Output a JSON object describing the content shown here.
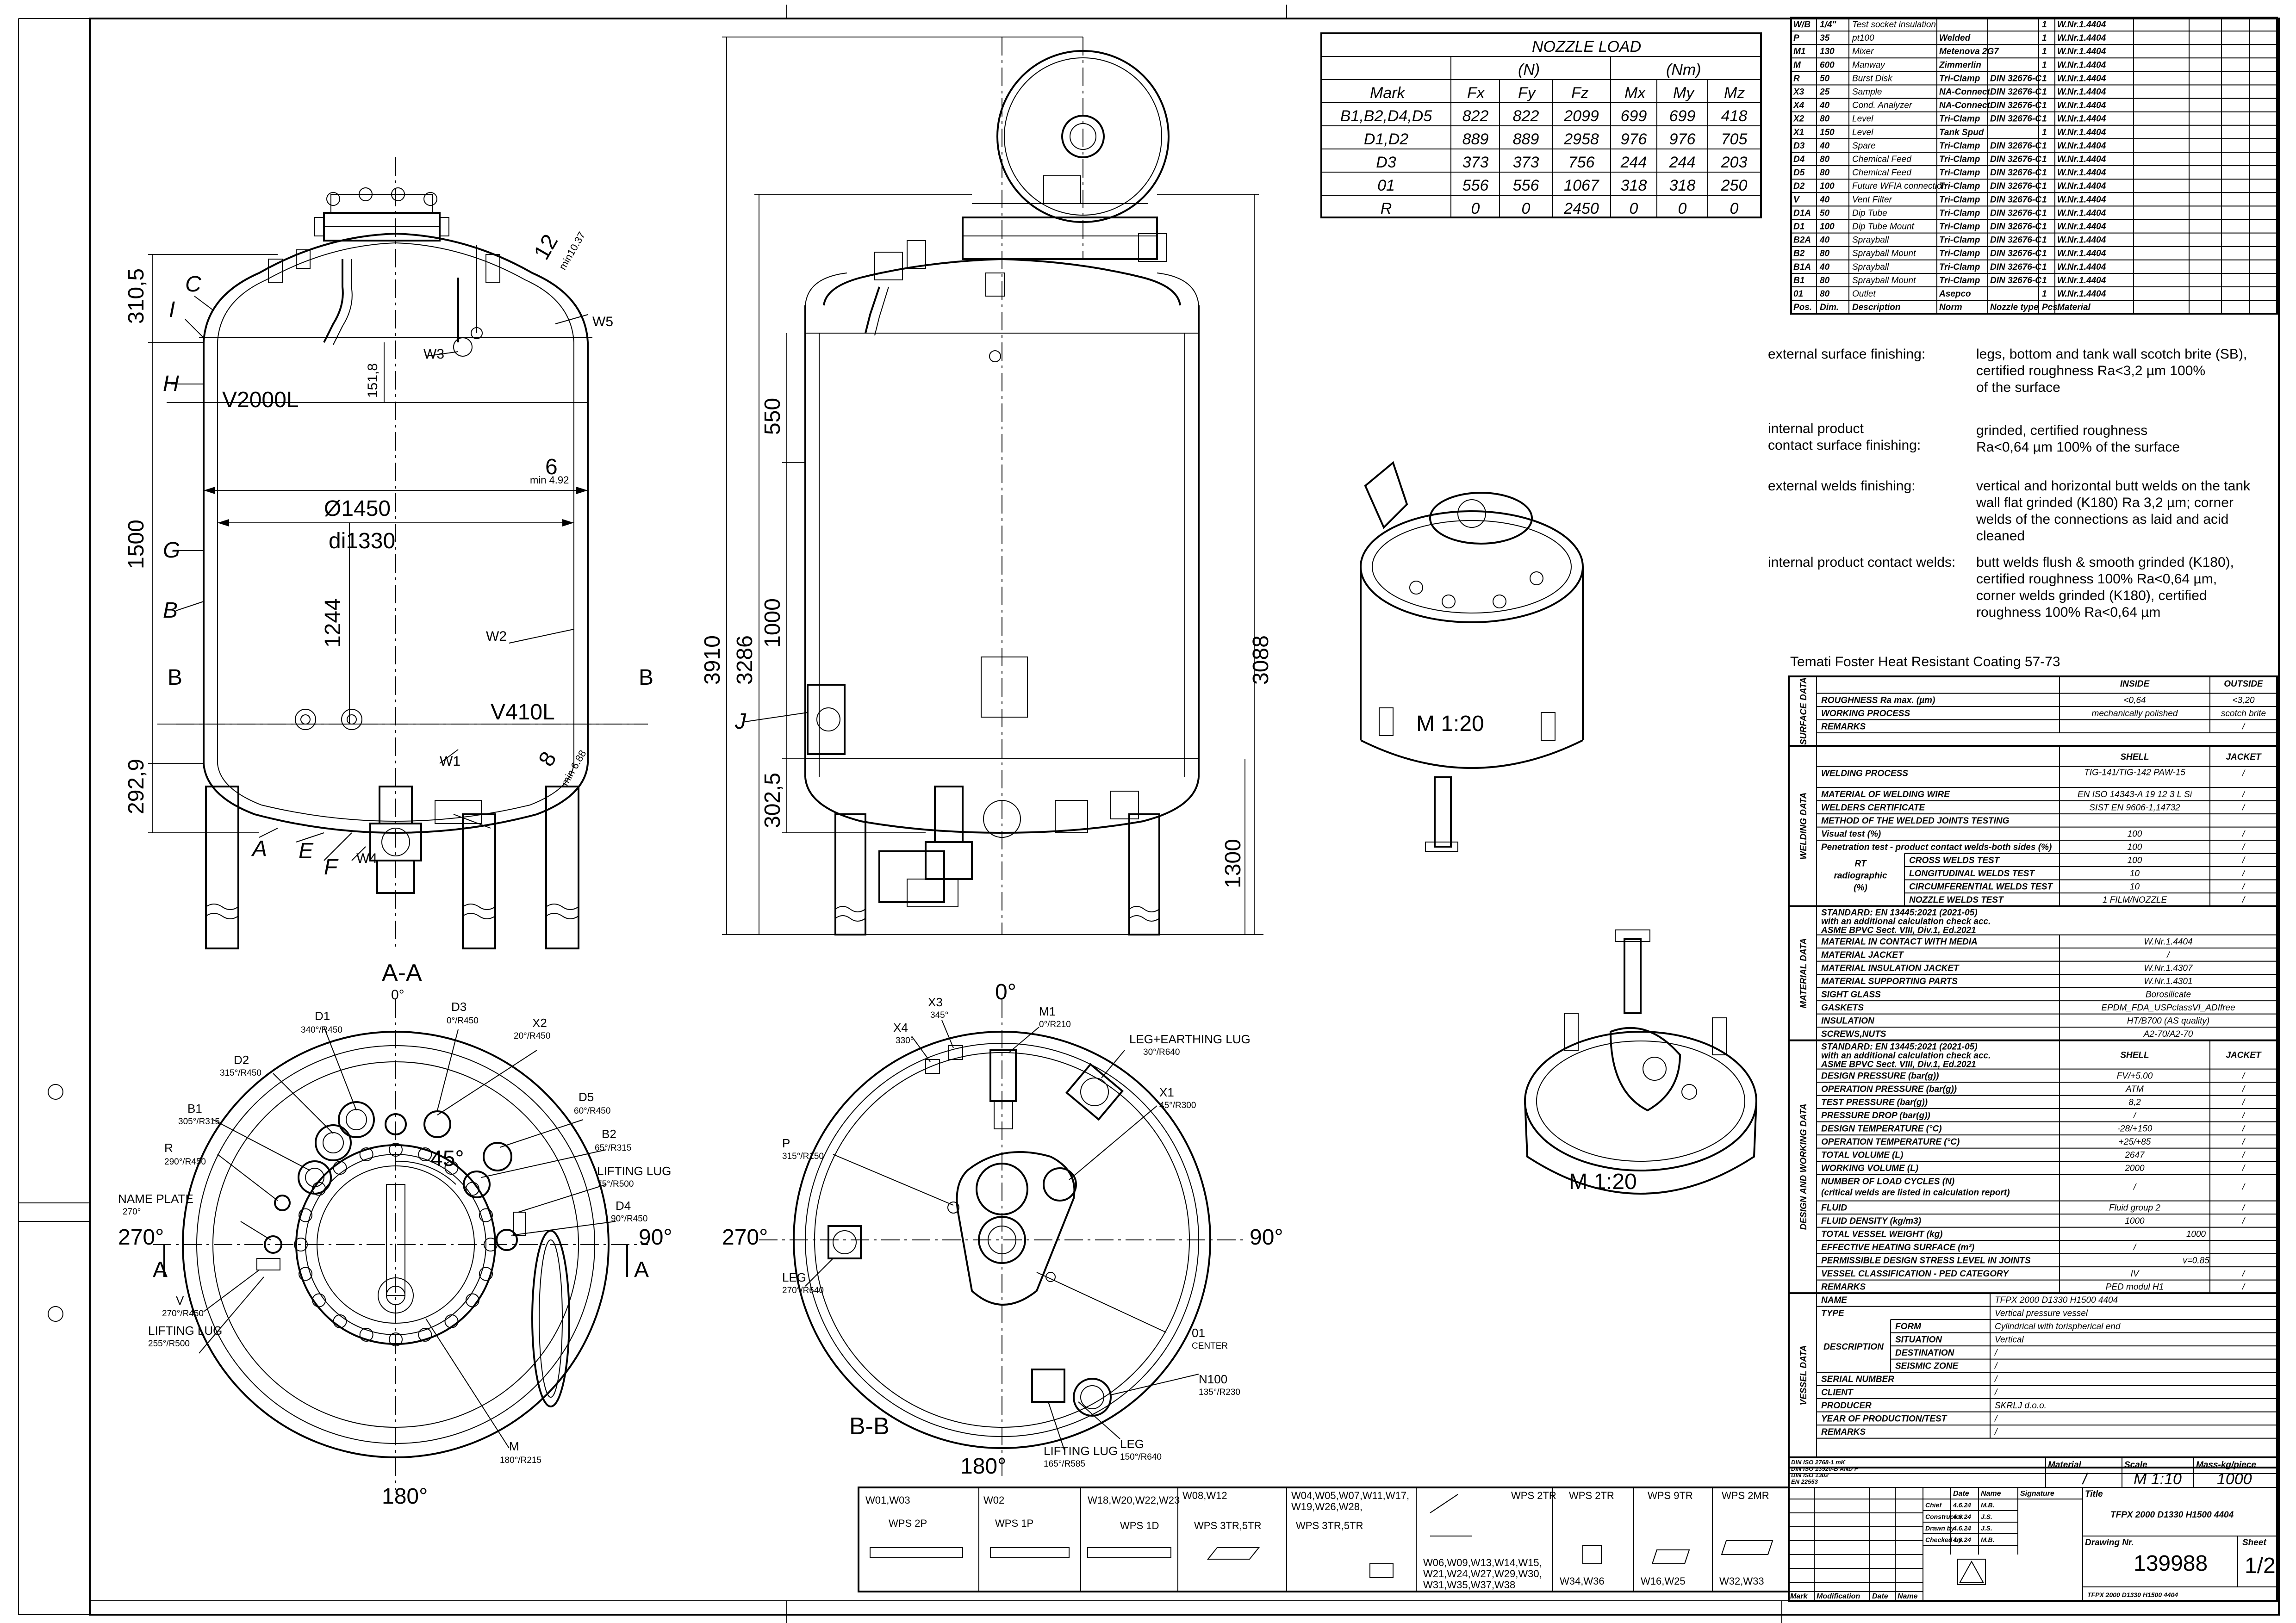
{
  "nozzle_load": {
    "title": "NOZZLE LOAD",
    "unit_force": "(N)",
    "unit_moment": "(Nm)",
    "headers": [
      "Mark",
      "Fx",
      "Fy",
      "Fz",
      "Mx",
      "My",
      "Mz"
    ],
    "rows": [
      [
        "B1,B2,D4,D5",
        "822",
        "822",
        "2099",
        "699",
        "699",
        "418"
      ],
      [
        "D1,D2",
        "889",
        "889",
        "2958",
        "976",
        "976",
        "705"
      ],
      [
        "D3",
        "373",
        "373",
        "756",
        "244",
        "244",
        "203"
      ],
      [
        "01",
        "556",
        "556",
        "1067",
        "318",
        "318",
        "250"
      ],
      [
        "R",
        "0",
        "0",
        "2450",
        "0",
        "0",
        "0"
      ]
    ]
  },
  "bom": {
    "rows": [
      [
        "W/B",
        "1/4\"",
        "Test socket insulation",
        "",
        "",
        "1",
        "W.Nr.1.4404"
      ],
      [
        "P",
        "35",
        "pt100",
        "Welded",
        "",
        "1",
        "W.Nr.1.4404"
      ],
      [
        "M1",
        "130",
        "Mixer",
        "Metenova 2G7",
        "",
        "1",
        "W.Nr.1.4404"
      ],
      [
        "M",
        "600",
        "Manway",
        "Zimmerlin",
        "",
        "1",
        "W.Nr.1.4404"
      ],
      [
        "R",
        "50",
        "Burst Disk",
        "Tri-Clamp",
        "DIN 32676-C",
        "1",
        "W.Nr.1.4404"
      ],
      [
        "X3",
        "25",
        "Sample",
        "NA-Connect",
        "DIN 32676-C",
        "1",
        "W.Nr.1.4404"
      ],
      [
        "X4",
        "40",
        "Cond. Analyzer",
        "NA-Connect",
        "DIN 32676-C",
        "1",
        "W.Nr.1.4404"
      ],
      [
        "X2",
        "80",
        "Level",
        "Tri-Clamp",
        "DIN 32676-C",
        "1",
        "W.Nr.1.4404"
      ],
      [
        "X1",
        "150",
        "Level",
        "Tank Spud",
        "",
        "1",
        "W.Nr.1.4404"
      ],
      [
        "D3",
        "40",
        "Spare",
        "Tri-Clamp",
        "DIN 32676-C",
        "1",
        "W.Nr.1.4404"
      ],
      [
        "D4",
        "80",
        "Chemical Feed",
        "Tri-Clamp",
        "DIN 32676-C",
        "1",
        "W.Nr.1.4404"
      ],
      [
        "D5",
        "80",
        "Chemical Feed",
        "Tri-Clamp",
        "DIN 32676-C",
        "1",
        "W.Nr.1.4404"
      ],
      [
        "D2",
        "100",
        "Future WFIA connection",
        "Tri-Clamp",
        "DIN 32676-C",
        "1",
        "W.Nr.1.4404"
      ],
      [
        "V",
        "40",
        "Vent Filter",
        "Tri-Clamp",
        "DIN 32676-C",
        "1",
        "W.Nr.1.4404"
      ],
      [
        "D1A",
        "50",
        "Dip Tube",
        "Tri-Clamp",
        "DIN 32676-C",
        "1",
        "W.Nr.1.4404"
      ],
      [
        "D1",
        "100",
        "Dip Tube Mount",
        "Tri-Clamp",
        "DIN 32676-C",
        "1",
        "W.Nr.1.4404"
      ],
      [
        "B2A",
        "40",
        "Sprayball",
        "Tri-Clamp",
        "DIN 32676-C",
        "1",
        "W.Nr.1.4404"
      ],
      [
        "B2",
        "80",
        "Sprayball Mount",
        "Tri-Clamp",
        "DIN 32676-C",
        "1",
        "W.Nr.1.4404"
      ],
      [
        "B1A",
        "40",
        "Sprayball",
        "Tri-Clamp",
        "DIN 32676-C",
        "1",
        "W.Nr.1.4404"
      ],
      [
        "B1",
        "80",
        "Sprayball Mount",
        "Tri-Clamp",
        "DIN 32676-C",
        "1",
        "W.Nr.1.4404"
      ],
      [
        "01",
        "80",
        "Outlet",
        "Asepco",
        "",
        "1",
        "W.Nr.1.4404"
      ]
    ],
    "footer": [
      "Pos.",
      "Dim.",
      "Description",
      "Norm",
      "Nozzle type",
      "Pcs.",
      "Material"
    ]
  },
  "finishing": [
    {
      "label": "external surface finishing:",
      "text": [
        "legs, bottom and tank wall scotch brite (SB),",
        "certified roughness Ra<3,2 µm 100%",
        "of the surface"
      ]
    },
    {
      "label": "internal product\ncontact surface finishing:",
      "text": [
        "grinded, certified roughness",
        "Ra<0,64 µm 100% of the surface"
      ]
    },
    {
      "label": "external welds finishing:",
      "text": [
        "vertical and horizontal butt welds on the tank",
        "wall flat grinded (K180) Ra 3,2 µm; corner",
        "welds of the connections as laid and acid",
        "cleaned"
      ]
    },
    {
      "label": "internal product contact welds:",
      "text": [
        "butt welds flush & smooth grinded (K180),",
        "certified roughness 100% Ra<0,64 µm,",
        "corner welds grinded (K180), certified",
        "roughness 100% Ra<0,64 µm"
      ]
    }
  ],
  "coating": "Temati Foster Heat Resistant Coating 57-73",
  "data_sheet": {
    "surface": {
      "section": "SURFACE DATA",
      "head": [
        "",
        "INSIDE",
        "OUTSIDE"
      ],
      "rows": [
        [
          "ROUGHNESS Ra max. (µm)",
          "<0,64",
          "<3,20"
        ],
        [
          "WORKING PROCESS",
          "mechanically polished",
          "scotch brite"
        ],
        [
          "REMARKS",
          "",
          "/"
        ]
      ]
    },
    "welding": {
      "section": "WELDING DATA",
      "head": [
        "",
        "SHELL",
        "JACKET"
      ],
      "rows": [
        [
          "WELDING PROCESS",
          "TIG-141/TIG-142 PAW-15",
          "/"
        ],
        [
          "MATERIAL OF WELDING WIRE",
          "EN ISO 14343-A 19 12 3 L Si",
          "/"
        ],
        [
          "WELDERS CERTIFICATE",
          "SIST EN 9606-1,14732",
          "/"
        ],
        [
          "METHOD OF THE WELDED JOINTS TESTING",
          "",
          ""
        ],
        [
          "Visual test (%)",
          "100",
          "/"
        ],
        [
          "Penetration test - product contact welds-both sides (%)",
          "100",
          "/"
        ],
        [
          "CROSS WELDS TEST",
          "100",
          "/"
        ],
        [
          "LONGITUDINAL WELDS TEST",
          "10",
          "/"
        ],
        [
          "CIRCUMFERENTIAL WELDS TEST",
          "10",
          "/"
        ],
        [
          "NOZZLE WELDS TEST",
          "1 FILM/NOZZLE",
          "/"
        ]
      ],
      "rt_label": "RT\nradiographic\n(%)"
    },
    "material": {
      "section": "MATERIAL DATA",
      "standard": [
        "STANDARD: EN 13445:2021 (2021-05)",
        "with an additional calculation check acc.",
        "ASME BPVC Sect. VIII, Div.1, Ed.2021"
      ],
      "rows": [
        [
          "MATERIAL IN CONTACT WITH MEDIA",
          "W.Nr.1.4404",
          ""
        ],
        [
          "MATERIAL JACKET",
          "/",
          ""
        ],
        [
          "MATERIAL INSULATION JACKET",
          "W.Nr.1.4307",
          ""
        ],
        [
          "MATERIAL SUPPORTING PARTS",
          "W.Nr.1.4301",
          ""
        ],
        [
          "SIGHT GLASS",
          "Borosilicate",
          ""
        ],
        [
          "GASKETS",
          "EPDM_FDA_USPclassVI_ADIfree",
          ""
        ],
        [
          "INSULATION",
          "HT/B700 (AS quality)",
          ""
        ],
        [
          "SCREWS,NUTS",
          "A2-70/A2-70",
          ""
        ]
      ]
    },
    "design": {
      "section": "DESIGN AND WORKING DATA",
      "standard": [
        "STANDARD: EN 13445:2021 (2021-05)",
        "with an additional calculation check acc.",
        "ASME BPVC Sect. VIII, Div.1, Ed.2021"
      ],
      "head": [
        "SHELL",
        "JACKET"
      ],
      "rows": [
        [
          "DESIGN PRESSURE (bar(g))",
          "FV/+5.00",
          "/"
        ],
        [
          "OPERATION PRESSURE (bar(g))",
          "ATM",
          "/"
        ],
        [
          "TEST PRESSURE (bar(g))",
          "8,2",
          "/"
        ],
        [
          "PRESSURE DROP (bar(g))",
          "/",
          "/"
        ],
        [
          "DESIGN TEMPERATURE (°C)",
          "-28/+150",
          "/"
        ],
        [
          "OPERATION TEMPERATURE (°C)",
          "+25/+85",
          "/"
        ],
        [
          "TOTAL VOLUME (L)",
          "2647",
          "/"
        ],
        [
          "WORKING VOLUME (L)",
          "2000",
          "/"
        ],
        [
          "NUMBER OF LOAD CYCLES (N)\n(critical welds are listed in calculation report)",
          "/",
          "/"
        ],
        [
          "FLUID",
          "Fluid group 2",
          "/"
        ],
        [
          "FLUID DENSITY (kg/m3)",
          "1000",
          "/"
        ],
        [
          "TOTAL VESSEL WEIGHT (kg)",
          "1000",
          ""
        ],
        [
          "EFFECTIVE HEATING SURFACE (m²)",
          "/",
          ""
        ],
        [
          "PERMISSIBLE DESIGN STRESS LEVEL IN JOINTS",
          "v=0.85",
          ""
        ],
        [
          "VESSEL CLASSIFICATION - PED CATEGORY",
          "IV",
          "/"
        ],
        [
          "REMARKS",
          "PED modul H1",
          "/"
        ]
      ]
    },
    "vessel": {
      "section": "VESSEL DATA",
      "rows": [
        [
          "NAME",
          "TFPX 2000 D1330 H1500 4404"
        ],
        [
          "TYPE",
          "Vertical pressure vessel"
        ],
        [
          "FORM",
          "Cylindrical with torispherical end"
        ],
        [
          "SITUATION",
          "Vertical"
        ],
        [
          "DESTINATION",
          "/"
        ],
        [
          "SEISMIC ZONE",
          "/"
        ],
        [
          "SERIAL NUMBER",
          "/"
        ],
        [
          "CLIENT",
          "/"
        ],
        [
          "PRODUCER",
          "SKRLJ d.o.o."
        ],
        [
          "YEAR OF PRODUCTION/TEST",
          "/"
        ],
        [
          "REMARKS",
          "/"
        ]
      ],
      "description_label": "DESCRIPTION"
    }
  },
  "title_block": {
    "standards": [
      "DIN ISO 2768-1 mK",
      "DIN ISO 13920-B AND F",
      "DIN ISO 1302",
      "EN 22553"
    ],
    "material_label": "Material",
    "material_value": "/",
    "scale_label": "Scale",
    "scale_value": "M 1:10",
    "mass_label": "Mass-kg/piece",
    "mass_value": "1000",
    "title_label": "Title",
    "title_value": "TFPX 2000 D1330 H1500 4404",
    "drawing_label": "Drawing Nr.",
    "drawing_value": "139988",
    "drawing_sub": "TFPX 2000 D1330 H1500 4404",
    "sheet_label": "Sheet",
    "sheet_value": "1/2",
    "sign_head": [
      "",
      "Date",
      "Name",
      "Signature"
    ],
    "sign_rows": [
      [
        "Chief",
        "4.6.24",
        "M.B."
      ],
      [
        "Constructor",
        "4.6.24",
        "J.S."
      ],
      [
        "Drawn by",
        "4.6.24",
        "J.S."
      ],
      [
        "Checked by",
        "4.6.24",
        "M.B."
      ]
    ],
    "rev_head": [
      "Mark",
      "Modification",
      "Date",
      "Name"
    ]
  },
  "wps": [
    {
      "weld": "W01,W03",
      "wps": "WPS 2P"
    },
    {
      "weld": "W02",
      "wps": "WPS 1P"
    },
    {
      "weld": "W18,W20,W22,W23",
      "wps": "WPS 1D"
    },
    {
      "weld": "W08,W12",
      "wps": "WPS 3TR,5TR"
    },
    {
      "weld": "W04,W05,W07,W11,W17,\nW19,W26,W28,",
      "wps": "WPS 3TR,5TR"
    },
    {
      "weld": "W06,W09,W13,W14,W15,\nW21,W24,W27,W29,W30,\nW31,W35,W37,W38",
      "wps": "WPS 2TR"
    },
    {
      "weld": "W34,W36",
      "wps": "WPS 2TR"
    },
    {
      "weld": "W16,W25",
      "wps": "WPS 9TR"
    },
    {
      "weld": "W32,W33",
      "wps": "WPS 2MR"
    }
  ],
  "front_view": {
    "labels": [
      "C",
      "I",
      "H",
      "G",
      "B",
      "A",
      "E",
      "F",
      "B",
      "B"
    ],
    "dims": {
      "d_310": "310,5",
      "d_1500": "1500",
      "d_292": "292,9",
      "d_151": "151,8",
      "d_1244": "1244",
      "od": "Ø1450",
      "id": "di1330",
      "t6": "6",
      "t6min": "min 4.92",
      "t8": "8",
      "t8min": "min 6.88",
      "t12": "12",
      "t12min": "min10.37"
    },
    "level_top": "V2000L",
    "level_low": "V410L",
    "welds": [
      "W5",
      "W3",
      "W2",
      "W1",
      "W4"
    ]
  },
  "side_view": {
    "dims": {
      "d3910": "3910",
      "d3286": "3286",
      "d550": "550",
      "d1000": "1000",
      "d302": "302,5",
      "d3088": "3088",
      "d1300": "1300"
    },
    "j_label": "J"
  },
  "iso_scale_1": "M 1:20",
  "iso_scale_2": "M 1:20",
  "section_aa": {
    "title": "A-A",
    "angles": [
      "0°",
      "90°",
      "180°",
      "270°"
    ],
    "angle_45": "45°",
    "cut": [
      "A",
      "A"
    ],
    "nozzles": [
      {
        "name": "D1",
        "pos": "340°/R450"
      },
      {
        "name": "D2",
        "pos": "315°/R450"
      },
      {
        "name": "B1",
        "pos": "305°/R315"
      },
      {
        "name": "R",
        "pos": "290°/R450"
      },
      {
        "name": "NAME PLATE",
        "pos": "270°"
      },
      {
        "name": "V",
        "pos": "270°/R450"
      },
      {
        "name": "LIFTING LUG",
        "pos": "255°/R500"
      },
      {
        "name": "D3",
        "pos": "0°/R450"
      },
      {
        "name": "X2",
        "pos": "20°/R450"
      },
      {
        "name": "D5",
        "pos": "60°/R450"
      },
      {
        "name": "B2",
        "pos": "65°/R315"
      },
      {
        "name": "LIFTING LUG",
        "pos": "75°/R500"
      },
      {
        "name": "D4",
        "pos": "90°/R450"
      },
      {
        "name": "M",
        "pos": "180°/R215"
      }
    ]
  },
  "section_bb": {
    "title": "B-B",
    "angles": [
      "0°",
      "90°",
      "180°",
      "270°"
    ],
    "nozzles": [
      {
        "name": "X3",
        "pos": "345°"
      },
      {
        "name": "X4",
        "pos": "330°"
      },
      {
        "name": "M1",
        "pos": "0°/R210"
      },
      {
        "name": "LEG+EARTHING LUG",
        "pos": "30°/R640"
      },
      {
        "name": "X1",
        "pos": "45°/R300"
      },
      {
        "name": "P",
        "pos": "315°/R150"
      },
      {
        "name": "LEG",
        "pos": "270°/R640"
      },
      {
        "name": "01",
        "pos": "CENTER"
      },
      {
        "name": "N100",
        "pos": "135°/R230"
      },
      {
        "name": "LEG",
        "pos": "150°/R640"
      },
      {
        "name": "LIFTING LUG",
        "pos": "165°/R585"
      }
    ]
  }
}
